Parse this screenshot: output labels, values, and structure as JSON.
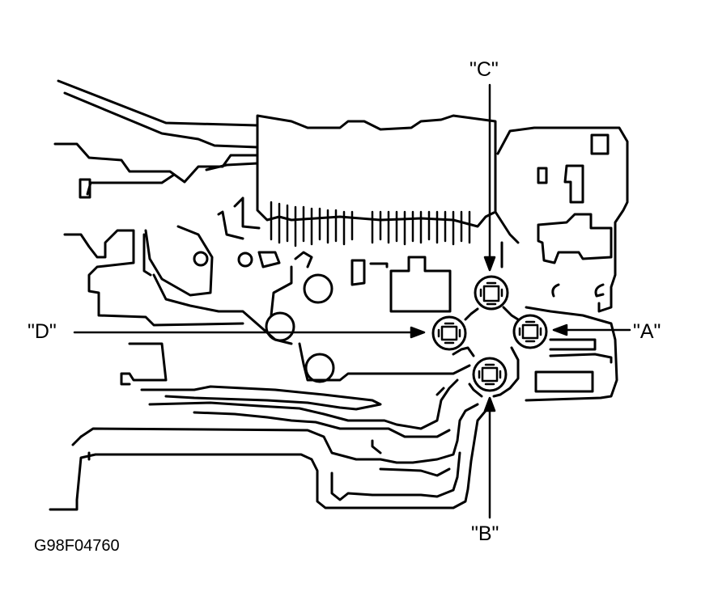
{
  "callouts": {
    "a": "\"A\"",
    "b": "\"B\"",
    "c": "\"C\"",
    "d": "\"D\""
  },
  "figure_code": "G98F04760",
  "colors": {
    "ink": "#000000",
    "paper": "#ffffff"
  }
}
